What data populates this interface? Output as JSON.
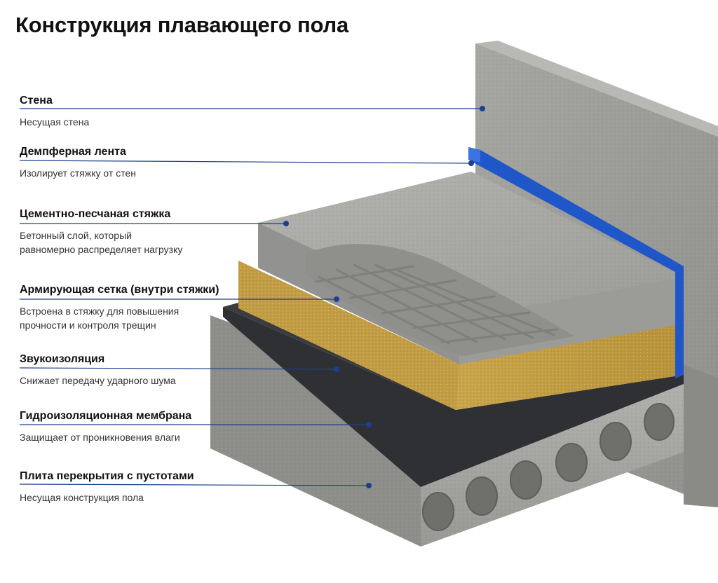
{
  "title": "Конструкция плавающего пола",
  "colors": {
    "leader_line": "#1d3f8f",
    "leader_dot": "#1d3f8f",
    "concrete": "#9e9e9b",
    "insulation": "#c9a44a",
    "membrane": "#2f3033",
    "damper_tape": "#1f56c8",
    "rebar": "#8c8c8c"
  },
  "layers": [
    {
      "id": "wall",
      "icon": "wall",
      "name": "Стена",
      "description": [
        "Несущая стена"
      ]
    },
    {
      "id": "damper_tape",
      "icon": "damper-tape",
      "name": "Демпферная лента",
      "description": [
        "Изолирует стяжку от стен"
      ]
    },
    {
      "id": "screed",
      "icon": "screed",
      "name": "Цементно-песчаная стяжка",
      "description": [
        "Бетонный слой, который",
        "равномерно распределяет нагрузку"
      ]
    },
    {
      "id": "rebar_mesh",
      "icon": "rebar-mesh",
      "name": "Армирующая сетка (внутри стяжки)",
      "description": [
        "Встроена в стяжку для повышения",
        "прочности и контроля трещин"
      ]
    },
    {
      "id": "sound_insulation",
      "icon": "sound-insulation",
      "name": "Звукоизоляция",
      "description": [
        "Снижает передачу ударного шума"
      ]
    },
    {
      "id": "waterproofing",
      "icon": "membrane",
      "name": "Гидроизоляционная мембрана",
      "description": [
        "Защищает от проникновения влаги"
      ]
    },
    {
      "id": "slab",
      "icon": "hollow-slab",
      "name": "Плита перекрытия с пустотами",
      "description": [
        "Несущая конструкция пола"
      ]
    }
  ]
}
